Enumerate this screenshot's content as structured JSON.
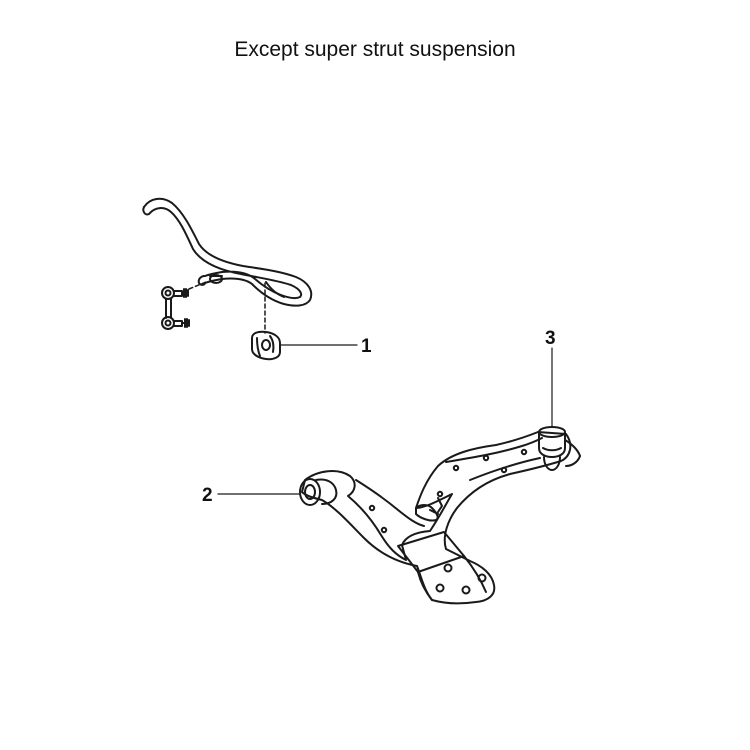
{
  "title": "Except super strut suspension",
  "callouts": {
    "c1": "1",
    "c2": "2",
    "c3": "3"
  },
  "colors": {
    "ink": "#1a1a1a",
    "background": "#ffffff"
  }
}
